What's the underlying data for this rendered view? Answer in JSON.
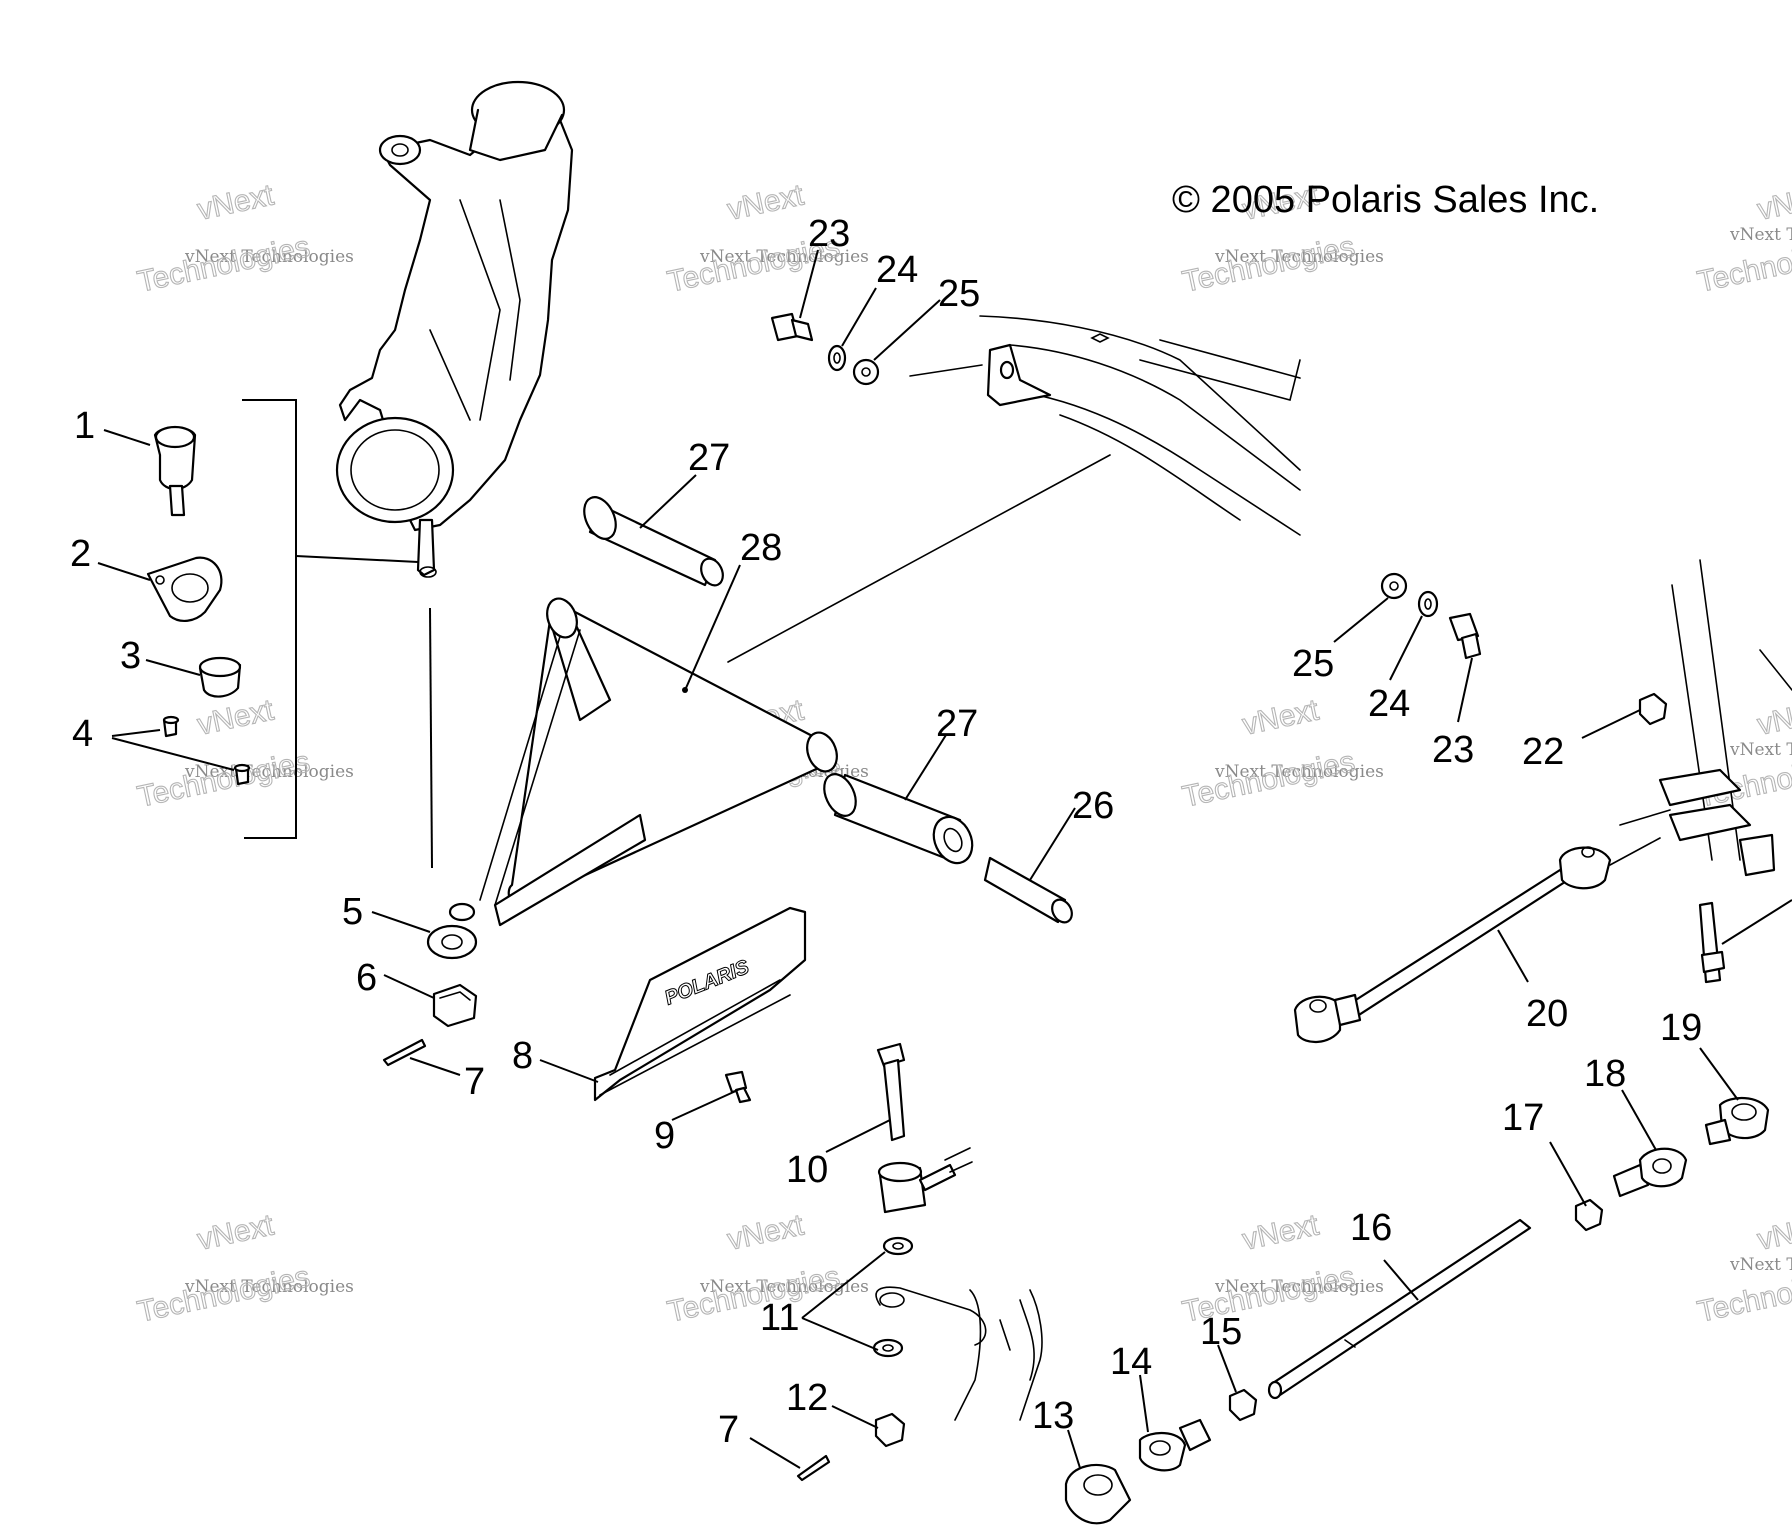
{
  "copyright": "© 2005 Polaris Sales Inc.",
  "watermark": {
    "line_small": "vNext Technologies",
    "line_big_1": "vNext",
    "line_big_2": "Technologies"
  },
  "brand_logo_text": "POLARIS",
  "callouts": {
    "c1": "1",
    "c2": "2",
    "c3": "3",
    "c4": "4",
    "c5": "5",
    "c6": "6",
    "c7a": "7",
    "c7b": "7",
    "c8": "8",
    "c9": "9",
    "c10": "10",
    "c11": "11",
    "c12": "12",
    "c13": "13",
    "c14": "14",
    "c15": "15",
    "c16": "16",
    "c17": "17",
    "c18": "18",
    "c19": "19",
    "c20": "20",
    "c22": "22",
    "c23a": "23",
    "c23b": "23",
    "c24a": "24",
    "c24b": "24",
    "c25a": "25",
    "c25b": "25",
    "c26": "26",
    "c27a": "27",
    "c27b": "27",
    "c28": "28"
  }
}
